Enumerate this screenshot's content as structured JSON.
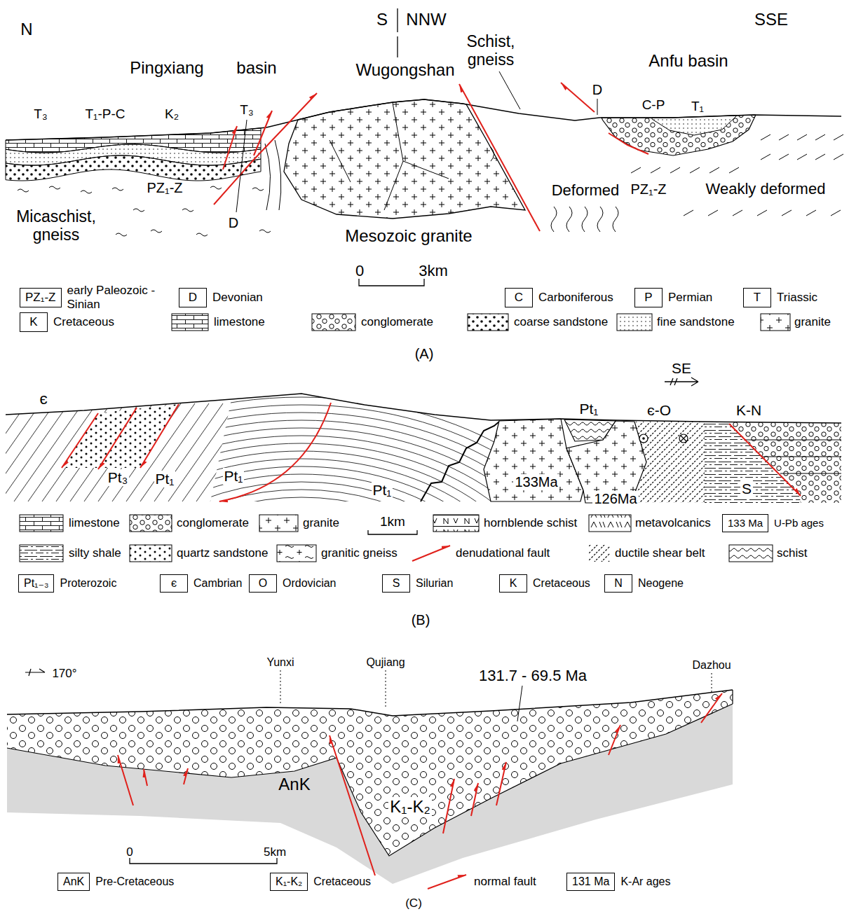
{
  "diagram": {
    "nodes": [
      {
        "text": [
          "PZ₁-Z",
          "early Paleozoic - Sinian"
        ]
      },
      {
        "text": [
          "D",
          "Devonian"
        ]
      },
      {
        "text": [
          "C",
          "Carboniferous"
        ]
      },
      {
        "text": [
          "P",
          "Permian"
        ]
      },
      {
        "text": [
          "T",
          "Triassic"
        ]
      },
      {
        "text": [
          "K",
          "Cretaceous"
        ]
      },
      {
        "text": [
          "133 Ma",
          "U-Pb ages"
        ]
      },
      {
        "text": [
          "Pt₁₋₃",
          "Proterozoic"
        ]
      },
      {
        "text": [
          "є",
          "Cambrian"
        ]
      },
      {
        "text": [
          "O",
          "Ordovician"
        ]
      },
      {
        "text": [
          "S",
          "Silurian"
        ]
      },
      {
        "text": [
          "K",
          "Cretaceous"
        ]
      },
      {
        "text": [
          "N",
          "Neogene"
        ]
      },
      {
        "text": [
          "AnK",
          "Pre-Cretaceous"
        ]
      },
      {
        "text": [
          "K₁-K₂",
          "Cretaceous"
        ]
      },
      {
        "text": [
          "131 Ma",
          "K-Ar ages"
        ]
      }
    ],
    "labels": [
      "N",
      "S",
      "NNW",
      "SSE",
      "Pingxiang basin",
      "Wugongshan",
      "Schist, gneiss",
      "Anfu basin",
      "T₃",
      "T₁-P-C",
      "K₂",
      "T₃",
      "D",
      "C-P",
      "T₁",
      "Micaschist, gneiss",
      "PZ₁-Z",
      "D",
      "Mesozoic granite",
      "Deformed",
      "PZ₁-Z",
      "Weakly deformed",
      "0",
      "3km",
      "(A)",
      "є",
      "Pt₃",
      "Pt₁",
      "Pt₁",
      "Pt₁",
      "Pt₁",
      "є-O",
      "K-N",
      "SE",
      "S",
      "133Ma",
      "126Ma",
      "1km",
      "(B)",
      "170°",
      "Yunxi",
      "Qujiang",
      "Dazhou",
      "131.7 - 69.5 Ma",
      "AnK",
      "K₁-K₂",
      "0",
      "5km",
      "(C)"
    ],
    "legend": [
      {
        "text": "limestone"
      },
      {
        "text": "conglomerate"
      },
      {
        "text": "coarse sandstone"
      },
      {
        "text": "fine sandstone"
      },
      {
        "text": "granite"
      },
      {
        "text": "limestone"
      },
      {
        "text": "conglomerate"
      },
      {
        "text": "granite"
      },
      {
        "text": "hornblende schist"
      },
      {
        "text": "metavolcanics"
      },
      {
        "text": "silty shale"
      },
      {
        "text": "quartz sandstone"
      },
      {
        "text": "granitic gneiss"
      },
      {
        "text": "denudational fault"
      },
      {
        "text": "ductile shear belt"
      },
      {
        "text": "schist"
      },
      {
        "text": "normal fault"
      }
    ]
  }
}
